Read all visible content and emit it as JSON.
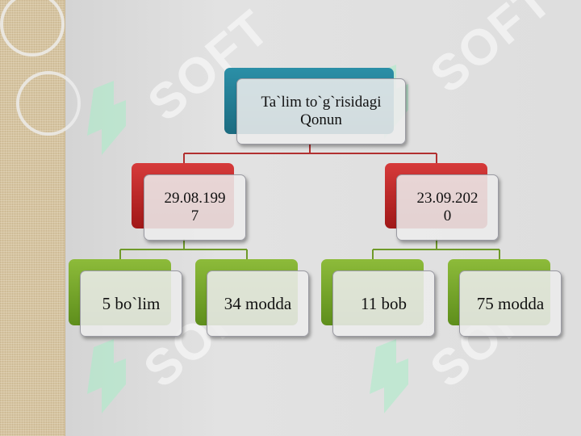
{
  "diagram": {
    "root": {
      "label": "Ta`lim to`g`risidagi Qonun"
    },
    "branches": [
      {
        "label": "29.08.1997",
        "lines": [
          "29.08.199",
          "7"
        ],
        "children": [
          {
            "label": "5 bo`lim"
          },
          {
            "label": "34 modda"
          }
        ]
      },
      {
        "label": "23.09.2020",
        "lines": [
          "23.09.202",
          "0"
        ],
        "children": [
          {
            "label": "11 bob"
          },
          {
            "label": "75 modda"
          }
        ]
      }
    ]
  },
  "watermark": {
    "text": "SOFT"
  },
  "colors": {
    "root": "#2b8fa7",
    "level1": "#c0282a",
    "level2": "#7aab2c",
    "connector_top": "#b23030",
    "connector_bottom": "#6f9a2a"
  }
}
